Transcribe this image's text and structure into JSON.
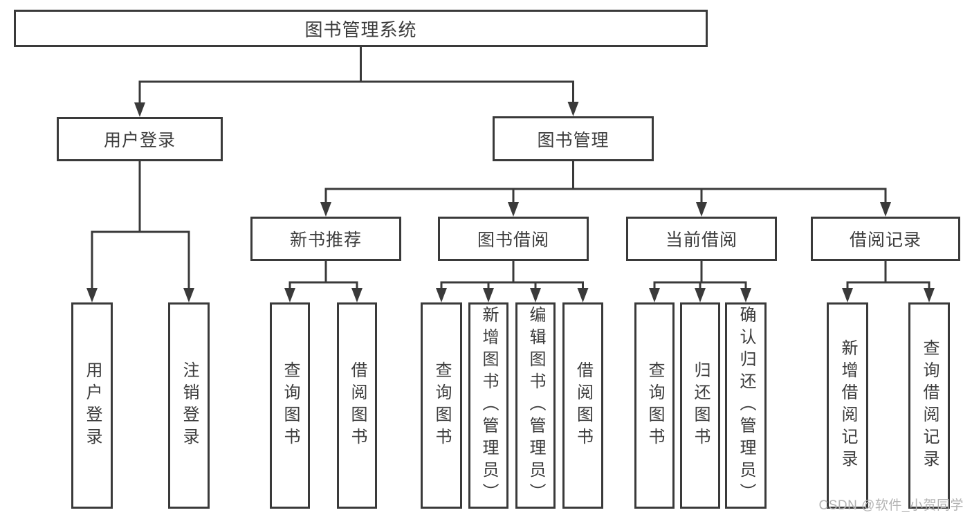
{
  "diagram": {
    "title": "图书管理系统"
  },
  "nodes": [
    {
      "id": "root",
      "label": "图书管理系统"
    },
    {
      "id": "user-login",
      "label": "用户登录"
    },
    {
      "id": "book-mgmt",
      "label": "图书管理"
    },
    {
      "id": "leaf-user-login",
      "label": "用户登录"
    },
    {
      "id": "leaf-logout",
      "label": "注销登录"
    },
    {
      "id": "new-book-rec",
      "label": "新书推荐"
    },
    {
      "id": "book-borrow",
      "label": "图书借阅"
    },
    {
      "id": "current-borrow",
      "label": "当前借阅"
    },
    {
      "id": "borrow-records",
      "label": "借阅记录"
    },
    {
      "id": "nbr-query-book",
      "label": "查询图书"
    },
    {
      "id": "nbr-borrow-book",
      "label": "借阅图书"
    },
    {
      "id": "bb-query-book",
      "label": "查询图书"
    },
    {
      "id": "bb-add-book",
      "label": "新增图书（管理员）"
    },
    {
      "id": "bb-edit-book",
      "label": "编辑图书（管理员）"
    },
    {
      "id": "bb-borrow-book",
      "label": "借阅图书"
    },
    {
      "id": "cb-query-book",
      "label": "查询图书"
    },
    {
      "id": "cb-return-book",
      "label": "归还图书"
    },
    {
      "id": "cb-confirm-return",
      "label": "确认归还（管理员）"
    },
    {
      "id": "br-add-record",
      "label": "新增借阅记录"
    },
    {
      "id": "br-query-record",
      "label": "查询借阅记录"
    }
  ],
  "watermark": "CSDN @软件_小贺同学",
  "colors": {
    "line": "#3a3a3a",
    "box_border": "#3a3a3a",
    "text": "#3c3c3c",
    "watermark": "#b3b3b3",
    "background": "#ffffff"
  }
}
